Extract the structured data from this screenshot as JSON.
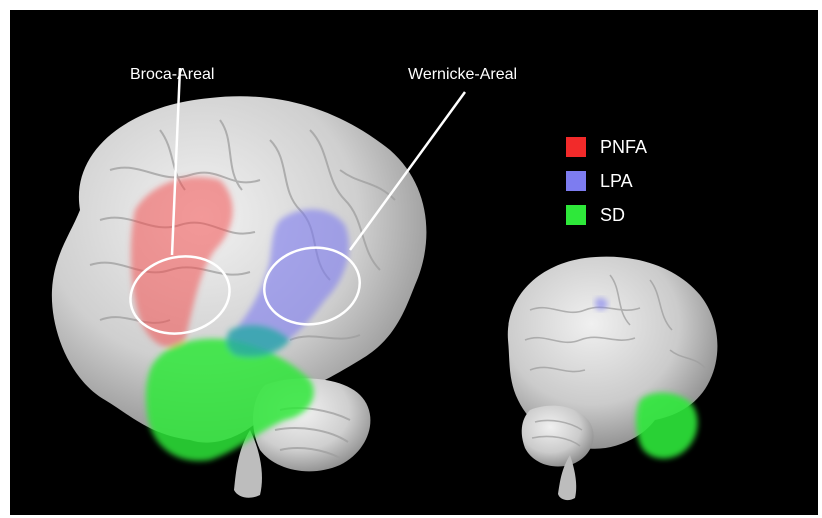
{
  "labels": {
    "broca": "Broca-Areal",
    "wernicke": "Wernicke-Areal"
  },
  "legend": [
    {
      "label": "PNFA",
      "color": "#f22a2a"
    },
    {
      "label": "LPA",
      "color": "#7d7cf0"
    },
    {
      "label": "SD",
      "color": "#2ee83a"
    }
  ],
  "colors": {
    "background": "#000000",
    "brain": "#d9d9d9",
    "callout": "#ffffff"
  }
}
